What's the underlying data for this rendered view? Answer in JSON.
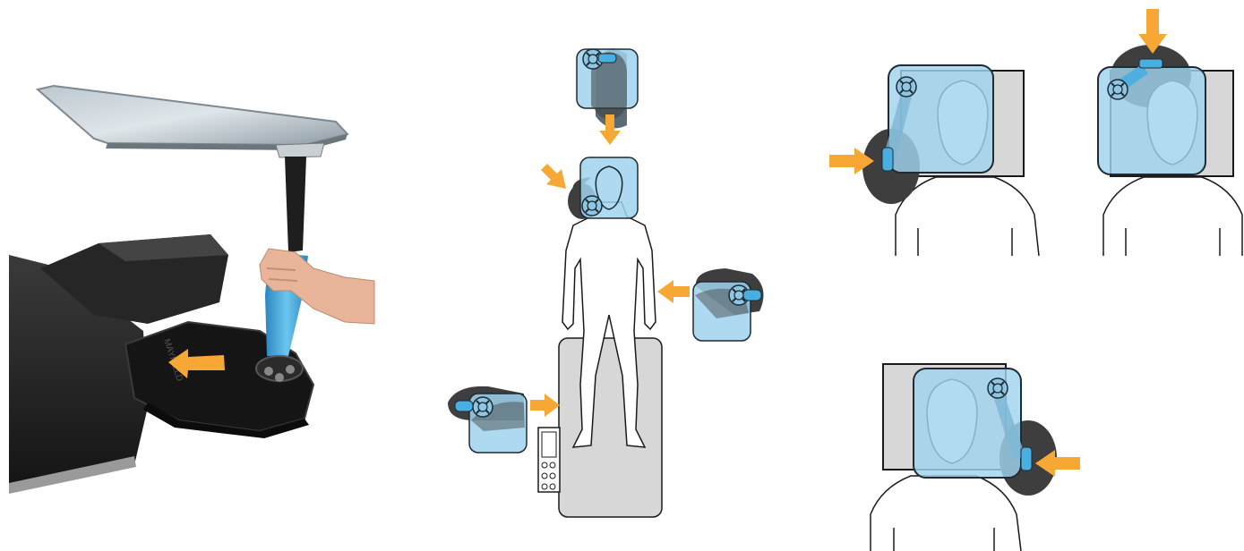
{
  "colors": {
    "arrow": "#F7A834",
    "tray_fill": "#9FD3EE",
    "tray_fill_dark": "#7FB7D6",
    "tray_stroke": "#1E2B33",
    "base_dark": "#3E3E3E",
    "table_gray": "#D7D7D7",
    "outline": "#1A1A1A",
    "handle_blue": "#49AEE0",
    "photo_black": "#1C1C1C"
  },
  "photo": {
    "base_brand_text": "MAYFIELD"
  },
  "diagrams": [
    {
      "name": "top-view-body-placements",
      "icon": "operating-table-icon"
    },
    {
      "name": "head-left-side-mount",
      "icon": "head-icon"
    },
    {
      "name": "head-top-mount",
      "icon": "head-icon"
    },
    {
      "name": "head-right-side-mount",
      "icon": "head-icon"
    }
  ]
}
